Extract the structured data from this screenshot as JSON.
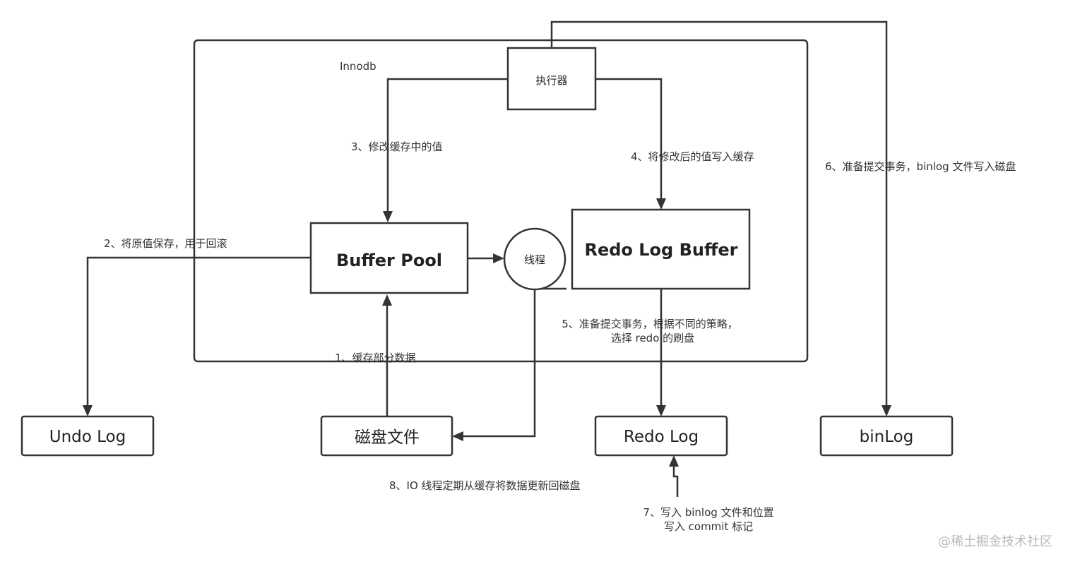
{
  "container": {
    "label": "Innodb"
  },
  "nodes": {
    "executor": "执行器",
    "buffer_pool": "Buffer Pool",
    "thread": "线程",
    "redo_log_buffer": "Redo Log Buffer",
    "undo_log": "Undo Log",
    "disk_file": "磁盘文件",
    "redo_log": "Redo Log",
    "binlog": "binLog"
  },
  "steps": {
    "s1": "1、缓存部分数据",
    "s2": "2、将原值保存，用于回滚",
    "s3": "3、修改缓存中的值",
    "s4": "4、将修改后的值写入缓存",
    "s5_line1": "5、准备提交事务，根据不同的策略，",
    "s5_line2": "选择 redo 的刷盘",
    "s6": "6、准备提交事务，binlog 文件写入磁盘",
    "s7_line1": "7、写入 binlog 文件和位置",
    "s7_line2": "写入 commit 标记",
    "s8": "8、IO 线程定期从缓存将数据更新回磁盘"
  },
  "watermark": "@稀土掘金技术社区"
}
